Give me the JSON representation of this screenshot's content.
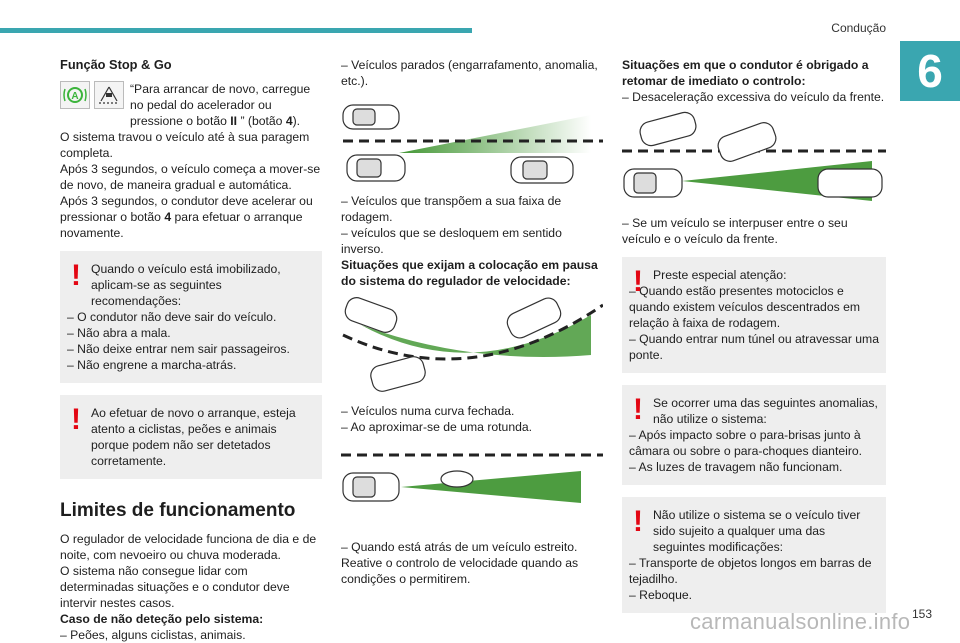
{
  "header": {
    "section": "Condução",
    "chapter": "6",
    "page": "153"
  },
  "watermark": "carmanualsonline.info",
  "col1": {
    "title": "Função Stop & Go",
    "icon_names": [
      "auto-hold-icon",
      "road-warning-icon"
    ],
    "p_intro_a": "“Para arrancar de novo, carregue no pedal do acelerador ou pressione o botão ",
    "p_intro_b": "II",
    "p_intro_c": " ” (botão ",
    "p_intro_d": "4",
    "p_intro_e": ").",
    "p1": "O sistema travou o veículo até à sua paragem completa.",
    "p2": "Após 3 segundos, o veículo começa a mover-se de novo, de maneira gradual e automática.",
    "p3a": "Após 3 segundos, o condutor deve acelerar ou pressionar o botão ",
    "p3b": "4",
    "p3c": " para efetuar o arranque novamente.",
    "note1": {
      "lead": "Quando o veículo está imobilizado, aplicam-se as seguintes recomendações:",
      "items": [
        "– O condutor não deve sair do veículo.",
        "– Não abra a mala.",
        "– Não deixe entrar nem sair passageiros.",
        "– Não engrene a marcha-atrás."
      ]
    },
    "note2": {
      "lead": "Ao efetuar de novo o arranque, esteja atento a ciclistas, peões e animais porque podem não ser detetados corretamente."
    },
    "limits_title": "Limites de funcionamento",
    "limits_p1": "O regulador de velocidade funciona de dia e de noite, com nevoeiro ou chuva moderada.",
    "limits_p2": "O sistema não consegue lidar com determinadas situações e o condutor deve intervir nestes casos.",
    "limits_h": "Caso de não deteção pelo sistema:",
    "limits_i1": "– Peões, alguns ciclistas, animais."
  },
  "col2": {
    "i1": "– Veículos parados (engarrafamento, anomalia, etc.).",
    "i2": "– Veículos que transpõem a sua faixa de rodagem.",
    "i3": "– veículos que se desloquem em sentido inverso.",
    "h1": "Situações que exijam a colocação em pausa do sistema do regulador de velocidade:",
    "i4": "– Veículos numa curva fechada.",
    "i5": "– Ao aproximar-se de uma rotunda.",
    "i6": "– Quando está atrás de um veículo estreito.",
    "i7": "Reative o controlo de velocidade quando as condições o permitirem."
  },
  "col3": {
    "h1": "Situações em que o condutor é obrigado a retomar de imediato o controlo:",
    "i1": "– Desaceleração excessiva do veículo da frente.",
    "i2": "– Se um veículo se interpuser entre o seu veículo e o veículo da frente.",
    "note1": {
      "lead": "Preste especial atenção:",
      "items": [
        "– Quando estão presentes motociclos e quando existem veículos descentrados em relação à faixa de rodagem.",
        "– Quando entrar num túnel ou atravessar uma ponte."
      ]
    },
    "note2": {
      "lead": "Se ocorrer uma das seguintes anomalias, não utilize o sistema:",
      "items": [
        "– Após impacto sobre o para-brisas junto à câmara ou sobre o para-choques dianteiro.",
        "– As luzes de travagem não funcionam."
      ]
    },
    "note3": {
      "lead": "Não utilize o sistema se o veículo tiver sido sujeito a qualquer uma das seguintes modificações:",
      "items": [
        "– Transporte de objetos longos em barras de tejadilho.",
        "– Reboque."
      ]
    }
  },
  "colors": {
    "accent": "#3aa6b0",
    "warning": "#e30613",
    "beam": "#2e8b1e"
  }
}
